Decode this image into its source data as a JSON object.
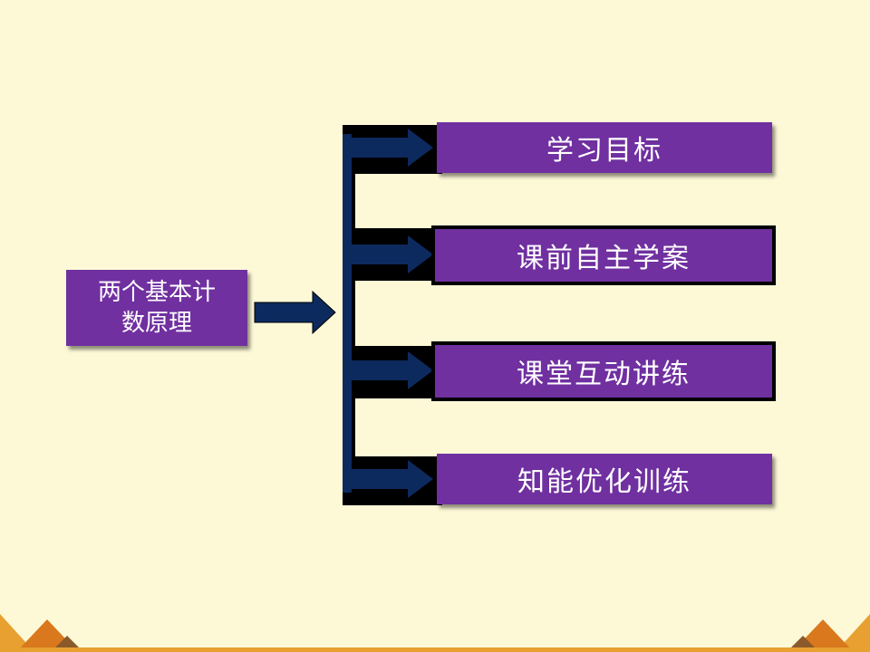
{
  "main_topic": {
    "line1": "两个基本计",
    "line2": "数原理"
  },
  "items": [
    {
      "label": "学习目标"
    },
    {
      "label": "课前自主学案"
    },
    {
      "label": "课堂互动讲练"
    },
    {
      "label": "知能优化训练"
    }
  ],
  "colors": {
    "background": "#fdf9d7",
    "box_fill": "#7030a0",
    "arrow_fill": "#0d2a5e",
    "connector_frame": "#000000",
    "corner_accent": "#e8a030"
  }
}
